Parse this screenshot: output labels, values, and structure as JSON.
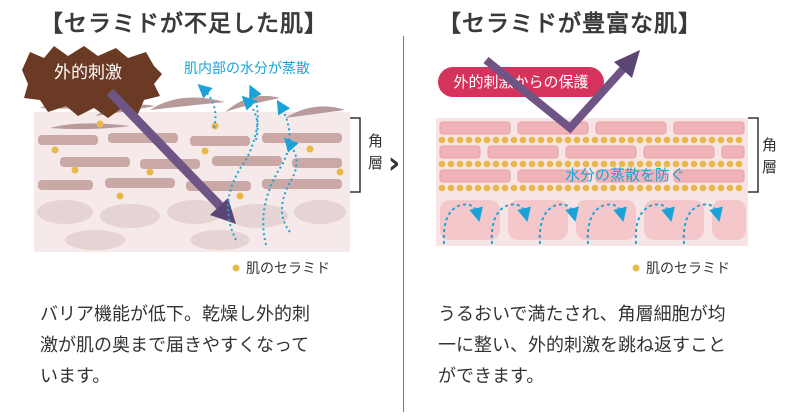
{
  "left_panel": {
    "title": "【セラミドが不足した肌】",
    "stimulus_label": "外的刺激",
    "evaporation_label": "肌内部の水分が蒸散",
    "layer_label": "角層",
    "legend_label": "肌のセラミド",
    "caption_lines": [
      "バリア機能が低下。乾燥し外的刺",
      "激が肌の奥まで届きやすくなって",
      "います。"
    ]
  },
  "right_panel": {
    "title": "【セラミドが豊富な肌】",
    "protection_label": "外的刺激からの保護",
    "prevent_label": "水分の蒸散を防ぐ",
    "layer_label": "角層",
    "legend_label": "肌のセラミド",
    "caption_lines": [
      "うるおいで満たされ、角層細胞が均",
      "一に整い、外的刺激を跳ね返すこと",
      "ができます。"
    ]
  },
  "transition_arrow": "›",
  "colors": {
    "stimulus_badge": "#6b3a24",
    "protection_badge": "#d6335c",
    "arrow_purple": "#6e5585",
    "water_blue": "#1aa3d9",
    "ceramide": "#e8b94a",
    "cell_pink": "#f0b3b8"
  }
}
